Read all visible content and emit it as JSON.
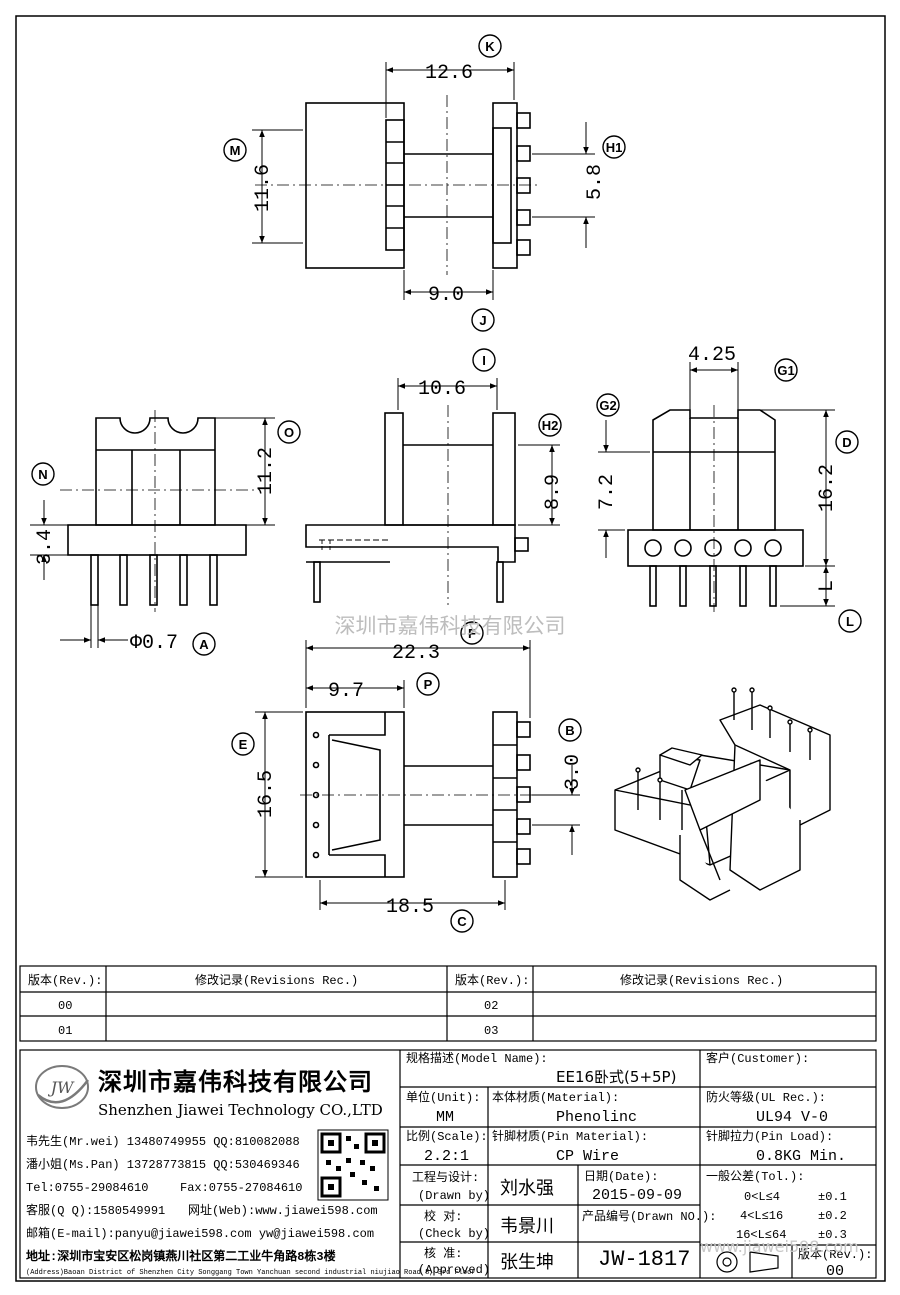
{
  "watermark": {
    "center": "深圳市嘉伟科技有限公司",
    "bottom": "www.jiawei598.com"
  },
  "dimensions": {
    "top_width": "12.6",
    "top_height": "11.6",
    "top_pin_span": "5.8",
    "top_base": "9.0",
    "front_height": "11.2",
    "front_base": "3.4",
    "pin_dia": "Φ0.7",
    "side_width": "10.6",
    "side_height": "8.9",
    "right_slot": "4.25",
    "right_inner": "7.2",
    "right_total": "16.2",
    "right_pin": "L",
    "bottom_total": "22.3",
    "bottom_half": "9.7",
    "bottom_height": "16.5",
    "bottom_pitch": "3.0",
    "bottom_base": "18.5"
  },
  "labels": {
    "K": "K",
    "M": "M",
    "H1": "H1",
    "J": "J",
    "I": "I",
    "O": "O",
    "N": "N",
    "H2": "H2",
    "A": "A",
    "G1": "G1",
    "G2": "G2",
    "D": "D",
    "L": "L",
    "F": "F",
    "P": "P",
    "E": "E",
    "B": "B",
    "C": "C"
  },
  "revisions": {
    "col_rev": "版本(Rev.):",
    "col_rec": "修改记录(Revisions Rec.)",
    "rows": [
      [
        "00",
        "02"
      ],
      [
        "01",
        "03"
      ]
    ]
  },
  "company": {
    "logo_text": "JW",
    "name_cn": "深圳市嘉伟科技有限公司",
    "name_en": "Shenzhen Jiawei Technology CO.,LTD",
    "contact1": "韦先生(Mr.wei) 13480749955 QQ:810082088",
    "contact2": "潘小姐(Ms.Pan) 13728773815 QQ:530469346",
    "tel": "Tel:0755-29084610",
    "fax": "Fax:0755-27084610",
    "qq": "客服(Q Q):1580549991",
    "web": "网址(Web):www.jiawei598.com",
    "email": "邮箱(E-mail):panyu@jiawei598.com  yw@jiawei598.com",
    "addr_cn": "地址:深圳市宝安区松岗镇燕川社区第二工业牛角路8栋3楼",
    "addr_en": "(Address)Baoan District of Shenzhen City Songgang Town Yanchuan  second industrial niujiao Road 8, 3rd Floor"
  },
  "title_block": {
    "model_label": "规格描述(Model Name):",
    "model_value": "EE16卧式(5+5P)",
    "customer_label": "客户(Customer):",
    "unit_label": "单位(Unit):",
    "unit_value": "MM",
    "material_label": "本体材质(Material):",
    "material_value": "Phenolinc",
    "ul_label": "防火等级(UL Rec.):",
    "ul_value": "UL94 V-0",
    "scale_label": "比例(Scale):",
    "scale_value": "2.2:1",
    "pin_mat_label": "针脚材质(Pin Material):",
    "pin_mat_value": "CP Wire",
    "pin_load_label": "针脚拉力(Pin Load):",
    "pin_load_value": "0.8KG Min.",
    "drawn_label": "工程与设计:",
    "drawn_label_en": "(Drawn by)",
    "drawn_value": "刘水强",
    "date_label": "日期(Date):",
    "date_value": "2015-09-09",
    "check_label": "校  对:",
    "check_label_en": "(Check by)",
    "check_value": "韦景川",
    "drawn_no_label": "产品编号(Drawn NO.):",
    "drawn_no_value": "JW-1817",
    "approved_label": "核  准:",
    "approved_label_en": "(Approved)",
    "approved_value": "张生坤",
    "tol_label": "一般公差(Tol.):",
    "tol_rows": [
      [
        "0<L≤4",
        "±0.1"
      ],
      [
        "4<L≤16",
        "±0.2"
      ],
      [
        "16<L≤64",
        "±0.3"
      ]
    ],
    "rev_label": "版本(Rev.):",
    "rev_value": "00"
  }
}
